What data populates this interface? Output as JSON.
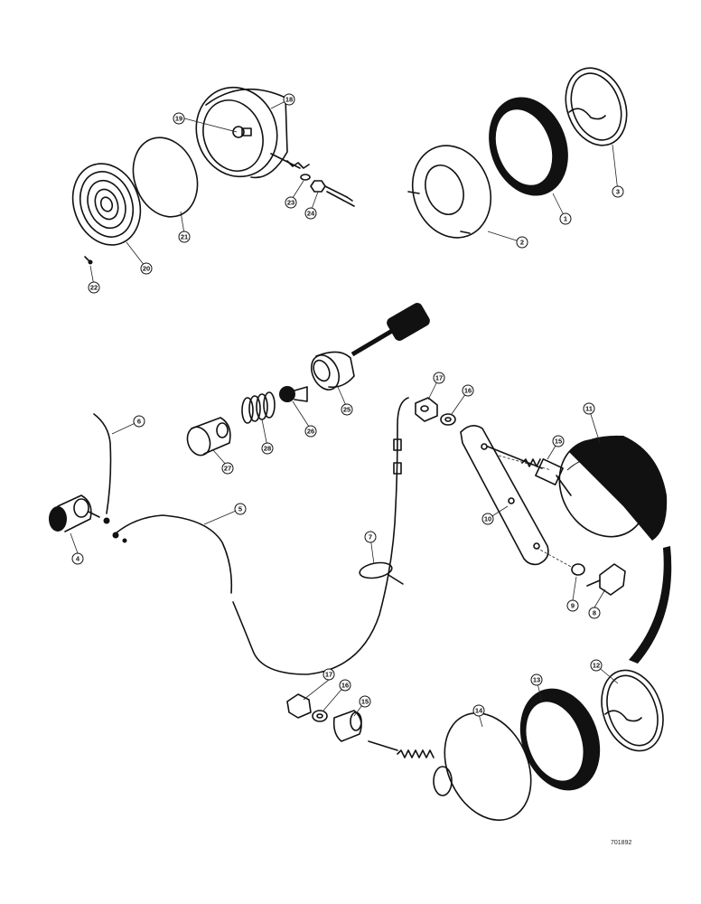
{
  "diagram": {
    "reference_code": "701892",
    "callouts": [
      {
        "id": "c1",
        "label": "1"
      },
      {
        "id": "c2",
        "label": "2"
      },
      {
        "id": "c3",
        "label": "3"
      },
      {
        "id": "c4",
        "label": "4"
      },
      {
        "id": "c5",
        "label": "5"
      },
      {
        "id": "c6",
        "label": "6"
      },
      {
        "id": "c7",
        "label": "7"
      },
      {
        "id": "c8",
        "label": "8"
      },
      {
        "id": "c9",
        "label": "9"
      },
      {
        "id": "c10",
        "label": "10"
      },
      {
        "id": "c11",
        "label": "11"
      },
      {
        "id": "c12",
        "label": "12"
      },
      {
        "id": "c13",
        "label": "13"
      },
      {
        "id": "c14",
        "label": "14"
      },
      {
        "id": "c15a",
        "label": "15"
      },
      {
        "id": "c15b",
        "label": "15"
      },
      {
        "id": "c16a",
        "label": "16"
      },
      {
        "id": "c16b",
        "label": "16"
      },
      {
        "id": "c17a",
        "label": "17"
      },
      {
        "id": "c17b",
        "label": "17"
      },
      {
        "id": "c18",
        "label": "18"
      },
      {
        "id": "c19",
        "label": "19"
      },
      {
        "id": "c20",
        "label": "20"
      },
      {
        "id": "c21",
        "label": "21"
      },
      {
        "id": "c22",
        "label": "22"
      },
      {
        "id": "c23",
        "label": "23"
      },
      {
        "id": "c24",
        "label": "24"
      },
      {
        "id": "c25",
        "label": "25"
      },
      {
        "id": "c26",
        "label": "26"
      },
      {
        "id": "c27",
        "label": "27"
      },
      {
        "id": "c28",
        "label": "28"
      }
    ]
  }
}
